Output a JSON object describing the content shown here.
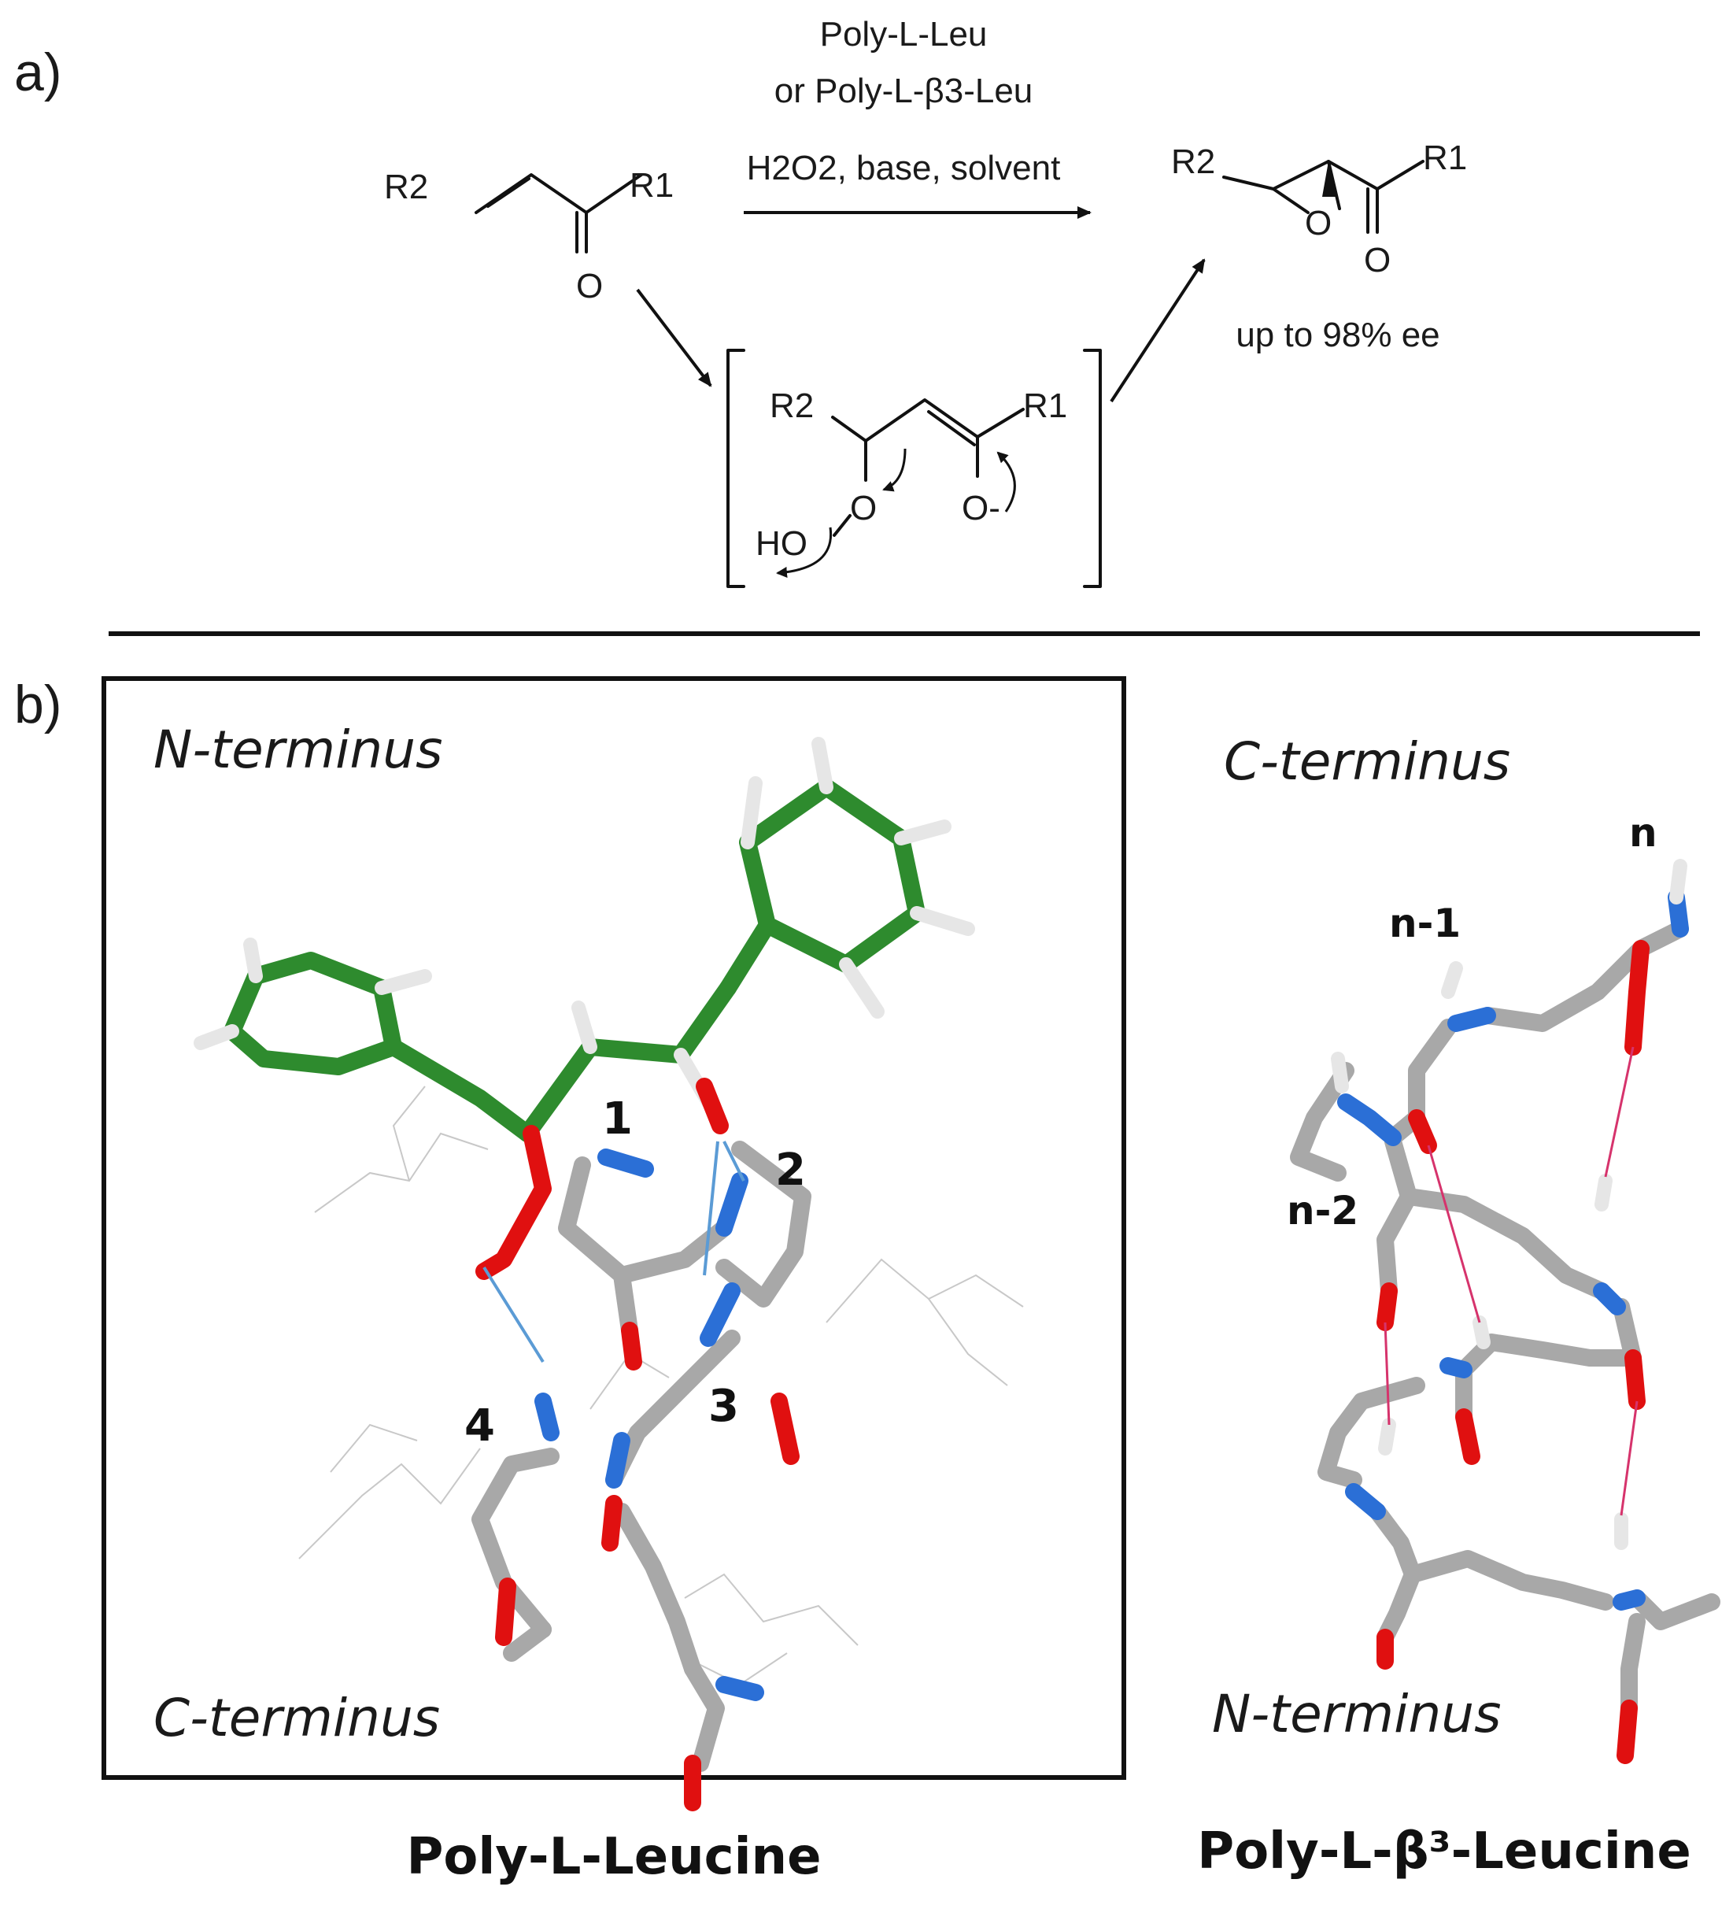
{
  "panel_a": {
    "label": "a)",
    "reagent_line1": "Poly-L-Leu",
    "reagent_line2": "or Poly-L-β3-Leu",
    "conditions": "H2O2, base, solvent",
    "ee_text": "up to 98% ee",
    "atoms": {
      "R1": "R1",
      "R2": "R2",
      "O": "O",
      "HO": "HO",
      "O_minus": "O-"
    }
  },
  "panel_b": {
    "label": "b)",
    "left_model": {
      "top_label": "N-terminus",
      "bottom_label": "C-terminus",
      "caption": "Poly-L-Leucine",
      "hbond_numbers": [
        "1",
        "2",
        "3",
        "4"
      ]
    },
    "right_model": {
      "top_label": "C-terminus",
      "bottom_label": "N-terminus",
      "caption": "Poly-L-β³-Leucine",
      "residue_labels": [
        "n",
        "n-1",
        "n-2"
      ]
    }
  },
  "colors": {
    "carbon_substrate": "#2e8b2e",
    "carbon_peptide": "#a8a8a8",
    "nitrogen": "#2b6fd6",
    "oxygen": "#e01010",
    "hydrogen": "#f4f4f4",
    "hbond_alpha": "#5b9bd5",
    "hbond_beta": "#d6336c"
  }
}
